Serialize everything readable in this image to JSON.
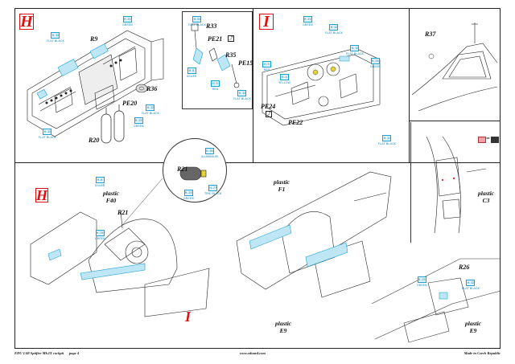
{
  "steps": {
    "h_top": "H",
    "i_top": "I",
    "h_bottom": "H",
    "i_bottom": "I"
  },
  "parts": {
    "r9": "R9",
    "r33": "R33",
    "pe21": "PE21",
    "r35": "R35",
    "pe15": "PE15",
    "r36": "R36",
    "pe20": "PE20",
    "r20": "R20",
    "pe24": "PE24",
    "pe22": "PE22",
    "r37": "R37",
    "r21_zoom": "R21",
    "r21": "R21",
    "r26": "R26"
  },
  "plastic_labels": {
    "c3": [
      "plastic",
      "C3"
    ],
    "f40": [
      "plastic",
      "F40"
    ],
    "f1": [
      "plastic",
      "F1"
    ],
    "e9_mid": [
      "plastic",
      "E9"
    ],
    "e9_right": [
      "plastic",
      "E9"
    ]
  },
  "paint_tags": [
    {
      "id": "t1",
      "code": "H-25",
      "label": "GREEN"
    },
    {
      "id": "t2",
      "code": "H-12",
      "label": "FLAT BLACK"
    },
    {
      "id": "t3",
      "code": "H-33",
      "label": "FLAT BLACK"
    },
    {
      "id": "t4",
      "code": "H-3",
      "label": "RED"
    },
    {
      "id": "t5",
      "code": "H-12",
      "label": "FLAT BLACK"
    },
    {
      "id": "t6",
      "code": "H-8",
      "label": "SILVER"
    },
    {
      "id": "t7",
      "code": "H-25",
      "label": "GREEN"
    },
    {
      "id": "t8",
      "code": "H-12",
      "label": "FLAT BLACK"
    },
    {
      "id": "t9",
      "code": "H-12",
      "label": "FLAT BLACK"
    },
    {
      "id": "t10",
      "code": "H-25",
      "label": "GREEN"
    },
    {
      "id": "t11",
      "code": "H-12",
      "label": "FLAT BLACK"
    },
    {
      "id": "t12",
      "code": "H-12",
      "label": "FLAT BLACK"
    },
    {
      "id": "t13",
      "code": "H-3",
      "label": "RED"
    },
    {
      "id": "t14",
      "code": "H-4",
      "label": "YELLOW"
    },
    {
      "id": "t15",
      "code": "H-25",
      "label": "GREEN"
    },
    {
      "id": "t16",
      "code": "H-12",
      "label": "FLAT BLACK"
    },
    {
      "id": "t17",
      "code": "H-8",
      "label": "SILVER"
    },
    {
      "id": "t18",
      "code": "H-25",
      "label": "GREEN"
    },
    {
      "id": "t19",
      "code": "H-55",
      "label": "ALUMINIUM"
    },
    {
      "id": "t20",
      "code": "H-77",
      "label": "TIRE BLACK"
    },
    {
      "id": "t21",
      "code": "H-25",
      "label": "GREEN"
    },
    {
      "id": "t22",
      "code": "H-25",
      "label": "GREEN"
    },
    {
      "id": "t23",
      "code": "H-12",
      "label": "FLAT BLACK"
    }
  ],
  "footer": {
    "left": "EDU 1/48 Spitfire Mk.IX cockpit",
    "page": "page 4",
    "center": "www.eduard.com",
    "right": "Made in Czech Republic"
  },
  "colors": {
    "step_red": "#dd1111",
    "paint_blue": "#19a2d6",
    "highlight_fill": "#bfe6f5"
  }
}
